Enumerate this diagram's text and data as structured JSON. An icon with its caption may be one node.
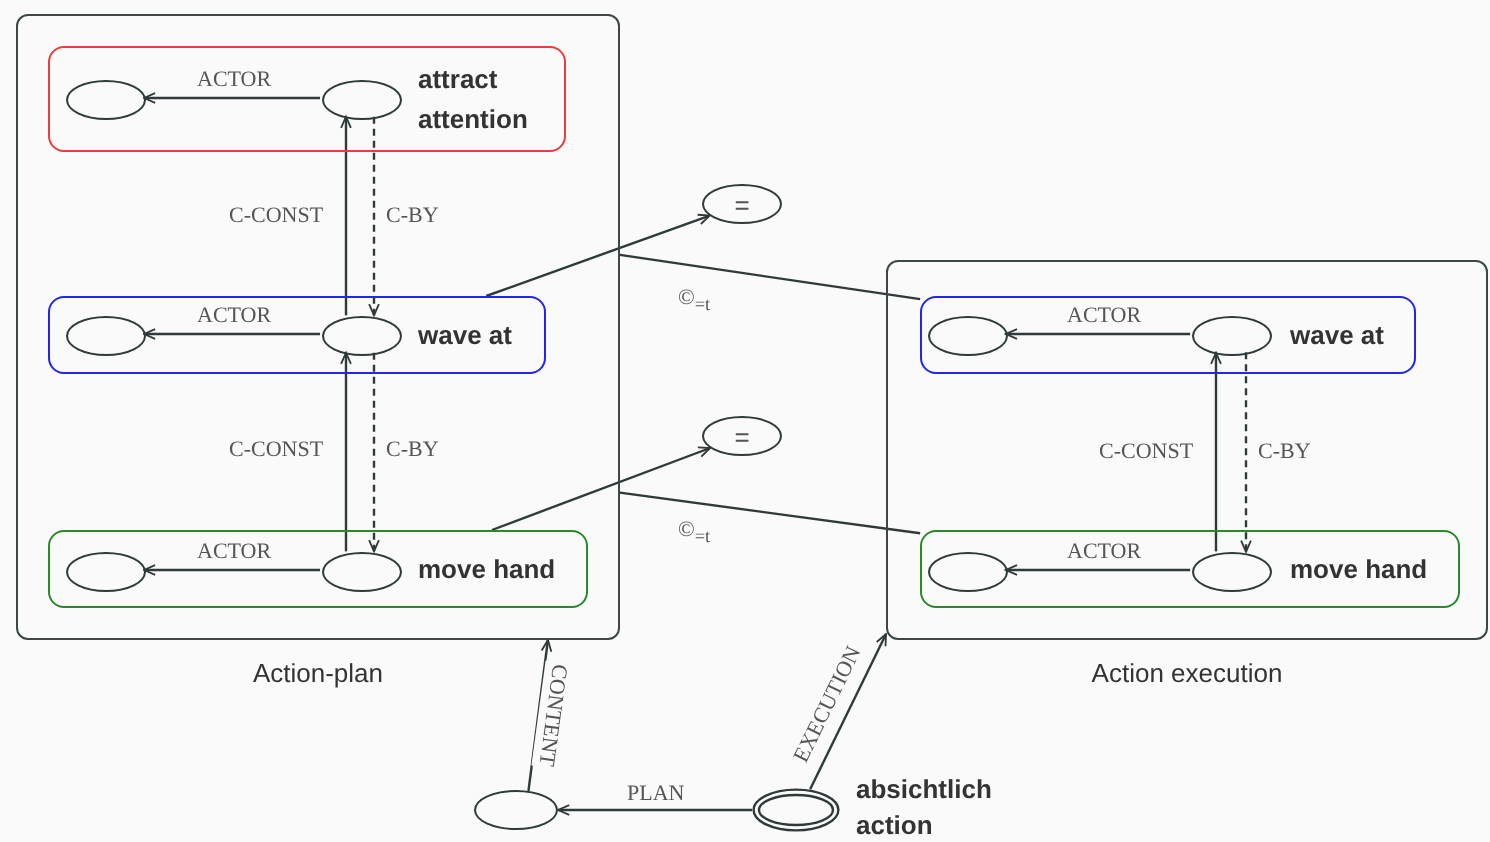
{
  "diagram": {
    "nodes": [
      {
        "text": [
          "Action-plan"
        ]
      },
      {
        "text": [
          "attract attention"
        ],
        "in": 0
      },
      {
        "text": [],
        "shape": "ellipse",
        "in": 1
      },
      {
        "text": [],
        "shape": "ellipse",
        "in": 1
      },
      {
        "text": [
          "wave at"
        ],
        "in": 0
      },
      {
        "text": [],
        "shape": "ellipse",
        "in": 4
      },
      {
        "text": [],
        "shape": "ellipse",
        "in": 4
      },
      {
        "text": [
          "move hand"
        ],
        "in": 0
      },
      {
        "text": [],
        "shape": "ellipse",
        "in": 7
      },
      {
        "text": [],
        "shape": "ellipse",
        "in": 7
      },
      {
        "text": [
          "="
        ]
      },
      {
        "text": [
          "="
        ]
      },
      {
        "text": [
          "Action execution"
        ]
      },
      {
        "text": [
          "wave at"
        ],
        "in": 12
      },
      {
        "text": [],
        "shape": "ellipse",
        "in": 13
      },
      {
        "text": [],
        "shape": "ellipse",
        "in": 13
      },
      {
        "text": [
          "move hand"
        ],
        "in": 12
      },
      {
        "text": [],
        "shape": "ellipse",
        "in": 16
      },
      {
        "text": [],
        "shape": "ellipse",
        "in": 16
      },
      {
        "text": [],
        "shape": "ellipse"
      },
      {
        "text": [
          "absichtlich action"
        ]
      }
    ],
    "edges": [
      {
        "from": 3,
        "to": 2,
        "arrow": "to",
        "label": "ACTOR"
      },
      {
        "from": 9,
        "to": 6,
        "arrow": "to",
        "label": "C-CONST"
      },
      {
        "from": 6,
        "to": 9,
        "arrow": "to",
        "label": "C-BY",
        "style": "dashed"
      },
      {
        "from": 6,
        "to": 3,
        "arrow": "to",
        "label": "C-CONST"
      },
      {
        "from": 3,
        "to": 6,
        "arrow": "to",
        "label": "C-BY",
        "style": "dashed"
      },
      {
        "from": 6,
        "to": 5,
        "arrow": "to",
        "label": "ACTOR"
      },
      {
        "from": 9,
        "to": 8,
        "arrow": "to",
        "label": "ACTOR"
      },
      {
        "from": 4,
        "to": 10,
        "arrow": "to"
      },
      {
        "from": 0,
        "to": 13,
        "arrow": "none",
        "label": "©$_{=t}$"
      },
      {
        "from": 7,
        "to": 11,
        "arrow": "to"
      },
      {
        "from": 0,
        "to": 16,
        "arrow": "none",
        "label": "©$_{=t}$"
      },
      {
        "from": 15,
        "to": 14,
        "arrow": "to",
        "label": "ACTOR"
      },
      {
        "from": 18,
        "to": 15,
        "arrow": "to",
        "label": "C-CONST"
      },
      {
        "from": 15,
        "to": 18,
        "arrow": "to",
        "label": "C-BY",
        "style": "dashed"
      },
      {
        "from": 18,
        "to": 17,
        "arrow": "to",
        "label": "ACTOR"
      },
      {
        "from": 19,
        "to": 0,
        "arrow": "to",
        "label": "CONTENT"
      },
      {
        "from": 20,
        "to": 12,
        "arrow": "to",
        "label": "EXECUTION"
      },
      {
        "from": 20,
        "to": 19,
        "arrow": "to",
        "label": "PLAN"
      }
    ]
  }
}
